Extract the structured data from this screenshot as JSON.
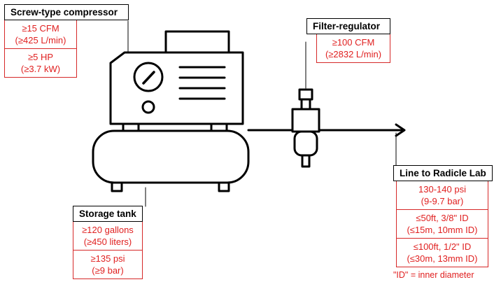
{
  "compressor": {
    "title": "Screw-type compressor",
    "specs": [
      {
        "line1": "≥15 CFM",
        "line2": "(≥425 L/min)"
      },
      {
        "line1": "≥5 HP",
        "line2": "(≥3.7 kW)"
      }
    ]
  },
  "filter_regulator": {
    "title": "Filter-regulator",
    "specs": [
      {
        "line1": "≥100 CFM",
        "line2": "(≥2832 L/min)"
      }
    ]
  },
  "storage_tank": {
    "title": "Storage tank",
    "specs": [
      {
        "line1": "≥120 gallons",
        "line2": "(≥450 liters)"
      },
      {
        "line1": "≥135 psi",
        "line2": "(≥9 bar)"
      }
    ]
  },
  "line_to_lab": {
    "title": "Line to Radicle Lab",
    "specs": [
      {
        "line1": "130-140 psi",
        "line2": "(9-9.7 bar)"
      },
      {
        "line1": "≤50ft, 3/8\" ID",
        "line2": "(≤15m, 10mm ID)"
      },
      {
        "line1": "≤100ft, 1/2\" ID",
        "line2": "(≤30m, 13mm ID)"
      }
    ],
    "footnote": "\"ID\" = inner diameter"
  },
  "colors": {
    "spec_text": "#e02020",
    "spec_border": "#d62828",
    "outline": "#000000"
  }
}
